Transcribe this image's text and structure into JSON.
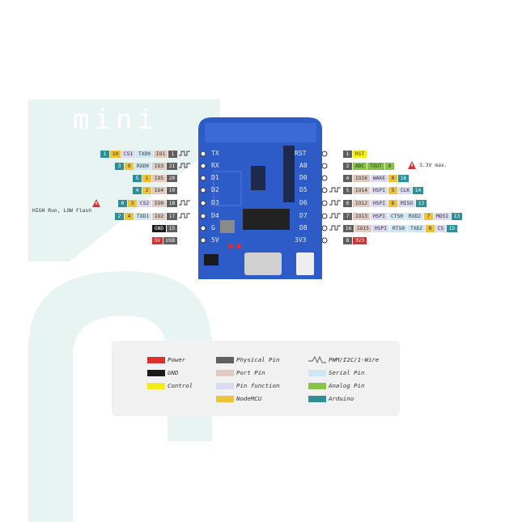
{
  "title": "mini",
  "colors": {
    "power": "#d9312d",
    "gnd": "#1a1a1a",
    "control": "#f3ec18",
    "physical": "#5f5f5f",
    "port": "#e0cbc0",
    "function": "#dcdaf0",
    "nodemcu": "#eec13a",
    "serial": "#cfe6f3",
    "analog": "#86c347",
    "arduino": "#2f8e96",
    "board": "#2d5bc7"
  },
  "board": {
    "left_pins": [
      "TX",
      "RX",
      "D1",
      "D2",
      "D3",
      "D4",
      "G",
      "5V"
    ],
    "right_pins": [
      "RST",
      "A0",
      "D0",
      "D5",
      "D6",
      "D7",
      "D8",
      "3V3"
    ]
  },
  "left_rows": [
    [
      {
        "t": "1",
        "c": "arduino"
      },
      {
        "t": "10",
        "c": "nodemcu"
      },
      {
        "t": "CS1",
        "c": "function"
      },
      {
        "t": "TXD0",
        "c": "serial"
      },
      {
        "t": "IO1",
        "c": "port"
      },
      {
        "t": "1",
        "c": "physical"
      }
    ],
    [
      {
        "t": "3",
        "c": "arduino"
      },
      {
        "t": "9",
        "c": "nodemcu"
      },
      {
        "t": "RXD0",
        "c": "serial"
      },
      {
        "t": "IO3",
        "c": "port"
      },
      {
        "t": "21",
        "c": "physical"
      }
    ],
    [
      {
        "t": "5",
        "c": "arduino"
      },
      {
        "t": "1",
        "c": "nodemcu"
      },
      {
        "t": "IO5",
        "c": "port"
      },
      {
        "t": "20",
        "c": "physical"
      }
    ],
    [
      {
        "t": "4",
        "c": "arduino"
      },
      {
        "t": "2",
        "c": "nodemcu"
      },
      {
        "t": "IO4",
        "c": "port"
      },
      {
        "t": "19",
        "c": "physical"
      }
    ],
    [
      {
        "t": "0",
        "c": "arduino"
      },
      {
        "t": "3",
        "c": "nodemcu"
      },
      {
        "t": "CS2",
        "c": "function"
      },
      {
        "t": "IO0",
        "c": "port"
      },
      {
        "t": "18",
        "c": "physical"
      }
    ],
    [
      {
        "t": "2",
        "c": "arduino"
      },
      {
        "t": "4",
        "c": "nodemcu"
      },
      {
        "t": "TXD1",
        "c": "serial"
      },
      {
        "t": "IO2",
        "c": "port"
      },
      {
        "t": "17",
        "c": "physical"
      }
    ],
    [
      {
        "t": "GND",
        "c": "gnd"
      },
      {
        "t": "15",
        "c": "physical"
      }
    ],
    [
      {
        "t": "5V",
        "c": "power"
      },
      {
        "t": "USB",
        "c": "physical"
      }
    ]
  ],
  "right_rows": [
    [
      {
        "t": "1",
        "c": "physical"
      },
      {
        "t": "RST",
        "c": "control"
      }
    ],
    [
      {
        "t": "2",
        "c": "physical"
      },
      {
        "t": "ADC",
        "c": "analog"
      },
      {
        "t": "TOUT",
        "c": "analog"
      },
      {
        "t": "0",
        "c": "analog"
      }
    ],
    [
      {
        "t": "4",
        "c": "physical"
      },
      {
        "t": "IO16",
        "c": "port"
      },
      {
        "t": "WAKE",
        "c": "function"
      },
      {
        "t": "0",
        "c": "nodemcu"
      },
      {
        "t": "16",
        "c": "arduino"
      }
    ],
    [
      {
        "t": "5",
        "c": "physical"
      },
      {
        "t": "IO14",
        "c": "port"
      },
      {
        "t": "HSPI",
        "c": "function"
      },
      {
        "t": "5",
        "c": "nodemcu"
      },
      {
        "t": "CLK",
        "c": "function"
      },
      {
        "t": "14",
        "c": "arduino"
      }
    ],
    [
      {
        "t": "6",
        "c": "physical"
      },
      {
        "t": "IO12",
        "c": "port"
      },
      {
        "t": "HSPI",
        "c": "function"
      },
      {
        "t": "6",
        "c": "nodemcu"
      },
      {
        "t": "MISO",
        "c": "function"
      },
      {
        "t": "12",
        "c": "arduino"
      }
    ],
    [
      {
        "t": "7",
        "c": "physical"
      },
      {
        "t": "IO13",
        "c": "port"
      },
      {
        "t": "HSPI",
        "c": "function"
      },
      {
        "t": "CTS0",
        "c": "serial"
      },
      {
        "t": "RXD2",
        "c": "serial"
      },
      {
        "t": "7",
        "c": "nodemcu"
      },
      {
        "t": "MOSI",
        "c": "function"
      },
      {
        "t": "13",
        "c": "arduino"
      }
    ],
    [
      {
        "t": "16",
        "c": "physical"
      },
      {
        "t": "IO15",
        "c": "port"
      },
      {
        "t": "HSPI",
        "c": "function"
      },
      {
        "t": "RTS0",
        "c": "serial"
      },
      {
        "t": "TXD2",
        "c": "serial"
      },
      {
        "t": "8",
        "c": "nodemcu"
      },
      {
        "t": "CS",
        "c": "function"
      },
      {
        "t": "15",
        "c": "arduino"
      }
    ],
    [
      {
        "t": "8",
        "c": "physical"
      },
      {
        "t": "3V3",
        "c": "power"
      }
    ]
  ],
  "notes": {
    "adc_warning": "3.3V max.",
    "io0_warning": "HIGH Run, LOW Flash"
  },
  "legend": [
    {
      "label": "Power",
      "c": "power"
    },
    {
      "label": "GND",
      "c": "gnd"
    },
    {
      "label": "Control",
      "c": "control"
    },
    {
      "label": "Physical Pin",
      "c": "physical"
    },
    {
      "label": "Port Pin",
      "c": "port"
    },
    {
      "label": "Pin function",
      "c": "function"
    },
    {
      "label": "NodeMCU",
      "c": "nodemcu"
    },
    {
      "label": "PWM/I2C/1-Wire",
      "c": "pwm"
    },
    {
      "label": "Serial Pin",
      "c": "serial"
    },
    {
      "label": "Analog Pin",
      "c": "analog"
    },
    {
      "label": "Arduino",
      "c": "arduino"
    }
  ]
}
